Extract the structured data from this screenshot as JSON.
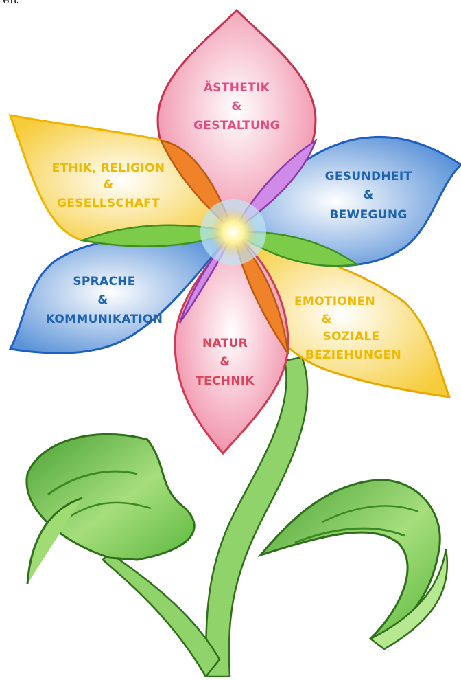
{
  "top_fragment": "eit",
  "petals": [
    {
      "id": "aesthetics",
      "lines": [
        "ÄSTHETIK",
        "&",
        "GESTALTUNG"
      ],
      "color": "#e24a80",
      "fill": "#f6c6d0",
      "stroke": "#c8304e"
    },
    {
      "id": "health",
      "lines": [
        "GESUNDHEIT",
        "&",
        "BEWEGUNG"
      ],
      "color": "#1f63b0",
      "fill": "#cfe0f5",
      "stroke": "#1f5fc0"
    },
    {
      "id": "emotions",
      "lines": [
        "EMOTIONEN",
        "&",
        "SOZIALE",
        "BEZIEHUNGEN"
      ],
      "color": "#f0b800",
      "fill": "#fbe9a6",
      "stroke": "#e8a800"
    },
    {
      "id": "nature",
      "lines": [
        "NATUR",
        "&",
        "TECHNIK"
      ],
      "color": "#e0405a",
      "fill": "#f8ccd2",
      "stroke": "#d23a52"
    },
    {
      "id": "language",
      "lines": [
        "SPRACHE",
        "&",
        "KOMMUNIKATION"
      ],
      "color": "#1f63b0",
      "fill": "#d2e2f6",
      "stroke": "#1f5fc0"
    },
    {
      "id": "ethics",
      "lines": [
        "ETHIK, RELIGION",
        "&",
        "GESELLSCHAFT"
      ],
      "color": "#f0b800",
      "fill": "#fbe59c",
      "stroke": "#f0b400"
    }
  ],
  "colors": {
    "leaf": "#8fd36a",
    "leaf_dark": "#3d8f25",
    "stem": "#86c95c",
    "center": "#fff4a0",
    "green_band": "#7ccc4a",
    "purple_band": "#d08ae8",
    "orange_band": "#f0832a"
  }
}
